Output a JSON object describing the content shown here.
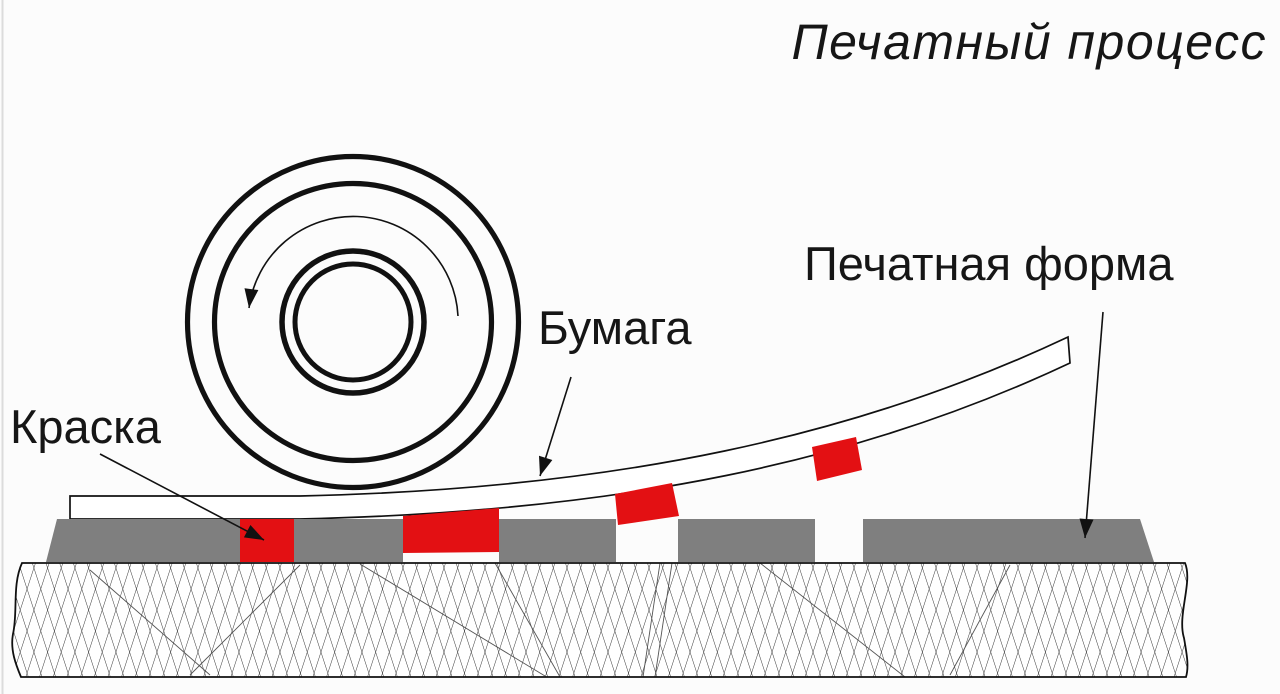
{
  "title": "Печатный процесс",
  "labels": {
    "ink": "Краска",
    "paper": "Бумага",
    "plate": "Печатная форма"
  },
  "colors": {
    "background": "#fcfcfc",
    "ink_red": "#e31013",
    "plate_gray": "#7f7f7f",
    "line_black": "#111111",
    "frame_edge": "#dcdcdc"
  }
}
